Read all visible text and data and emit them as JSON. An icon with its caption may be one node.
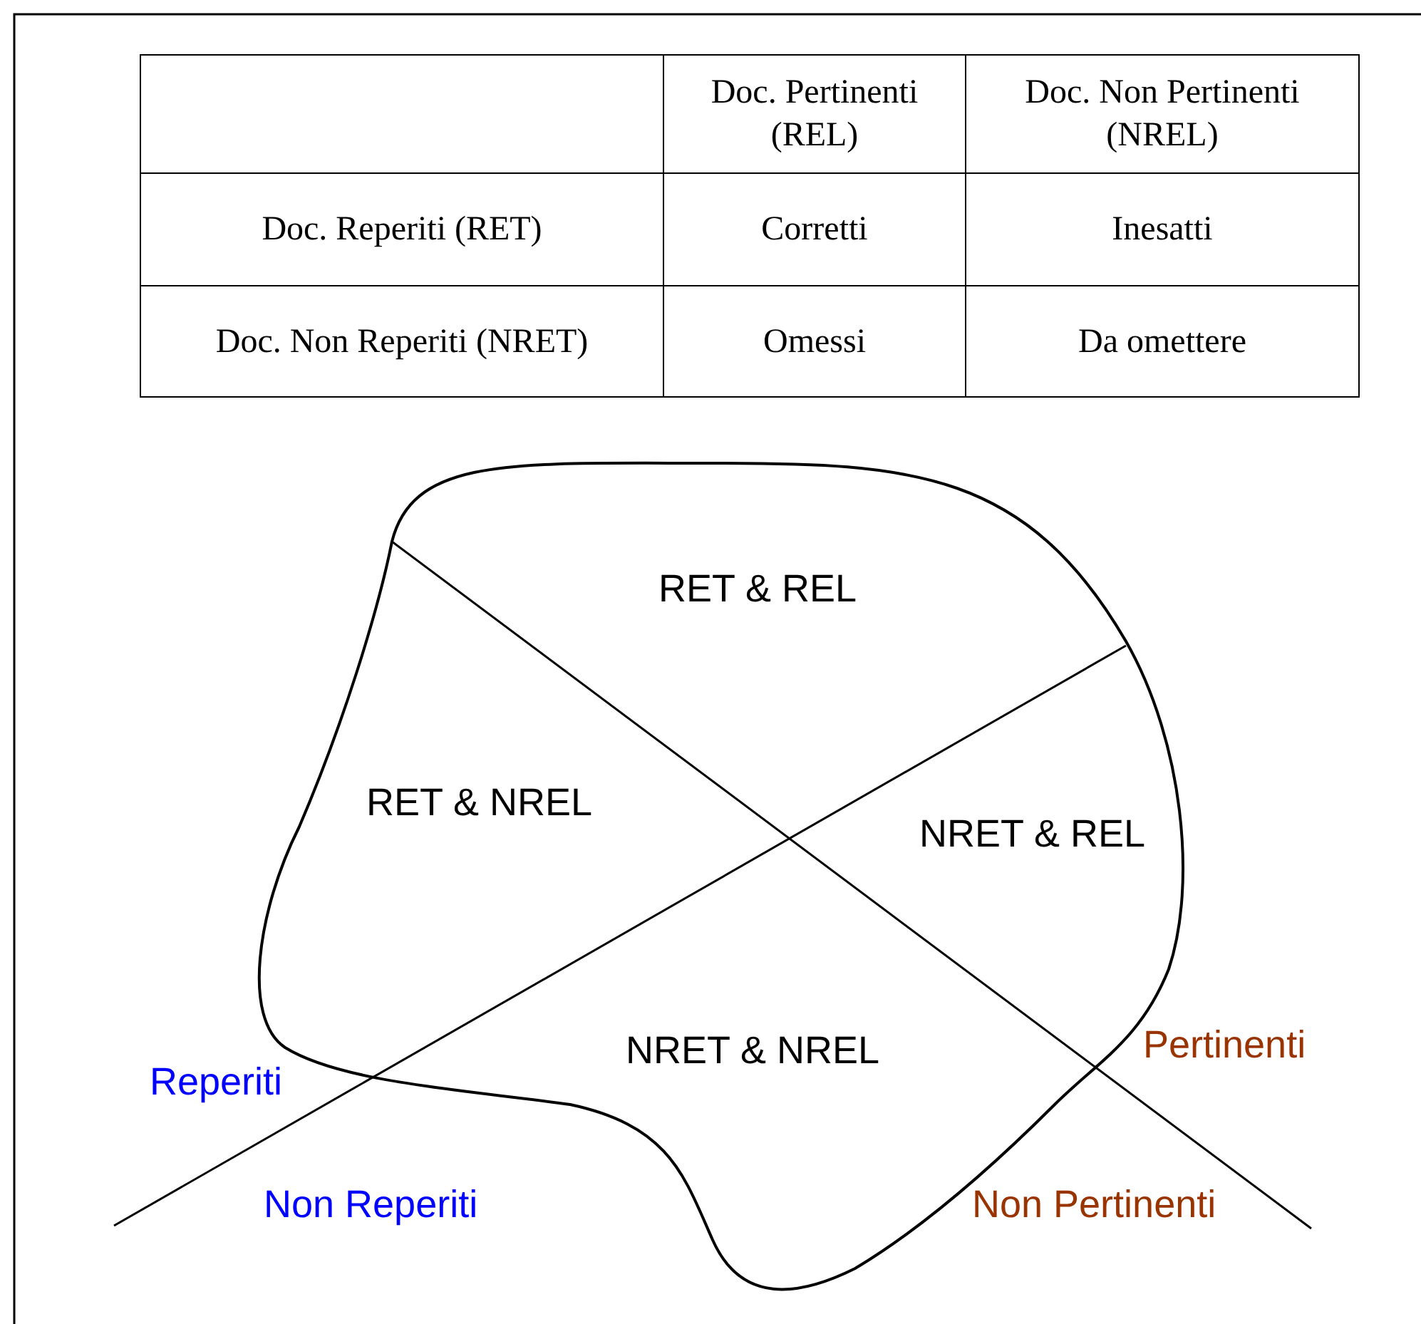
{
  "diagram": {
    "labels": [
      "Doc. Pertinenti (REL)",
      "Doc. Non Pertinenti (NREL)",
      "Doc. Reperiti (RET)",
      "Corretti",
      "Inesatti",
      "Doc. Non Reperiti (NRET)",
      "Omessi",
      "Da omettere",
      "RET & REL",
      "RET & NREL",
      "NRET & REL",
      "Pertinenti",
      "Reperiti",
      "NRET & NREL",
      "Non Reperiti",
      "Non Pertinenti"
    ]
  }
}
